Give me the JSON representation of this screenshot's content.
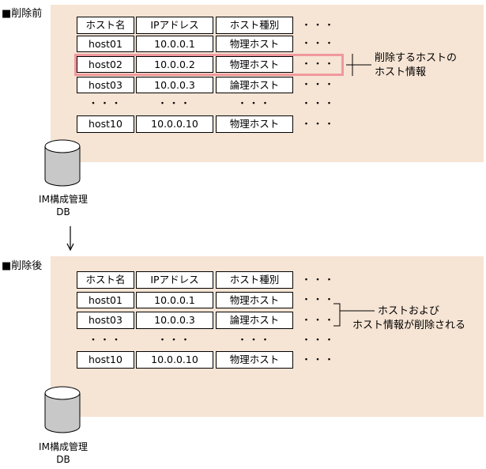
{
  "before": {
    "label": "■削除前",
    "headers": [
      "ホスト名",
      "IPアドレス",
      "ホスト種別",
      "・・・"
    ],
    "rows": [
      [
        "host01",
        "10.0.0.1",
        "物理ホスト",
        "・・・"
      ],
      [
        "host02",
        "10.0.0.2",
        "物理ホスト",
        "・・・"
      ],
      [
        "host03",
        "10.0.0.3",
        "論理ホスト",
        "・・・"
      ],
      [
        "・・・",
        "・・・",
        "・・・",
        "・・・"
      ],
      [
        "host10",
        "10.0.0.10",
        "物理ホスト",
        "・・・"
      ]
    ],
    "annotation": [
      "削除するホストの",
      "ホスト情報"
    ],
    "db_label": [
      "IM構成管理",
      "DB"
    ]
  },
  "after": {
    "label": "■削除後",
    "headers": [
      "ホスト名",
      "IPアドレス",
      "ホスト種別",
      "・・・"
    ],
    "rows": [
      [
        "host01",
        "10.0.0.1",
        "物理ホスト",
        "・・・"
      ],
      [
        "host03",
        "10.0.0.3",
        "論理ホスト",
        "・・・"
      ],
      [
        "・・・",
        "・・・",
        "・・・",
        "・・・"
      ],
      [
        "host10",
        "10.0.0.10",
        "物理ホスト",
        "・・・"
      ]
    ],
    "annotation": [
      "ホストおよび",
      "ホスト情報が削除される"
    ],
    "db_label": [
      "IM構成管理",
      "DB"
    ]
  },
  "colors": {
    "panel": "#f6e4d4",
    "highlight": "#f0999d",
    "cylinder": "#c8c8c8"
  }
}
